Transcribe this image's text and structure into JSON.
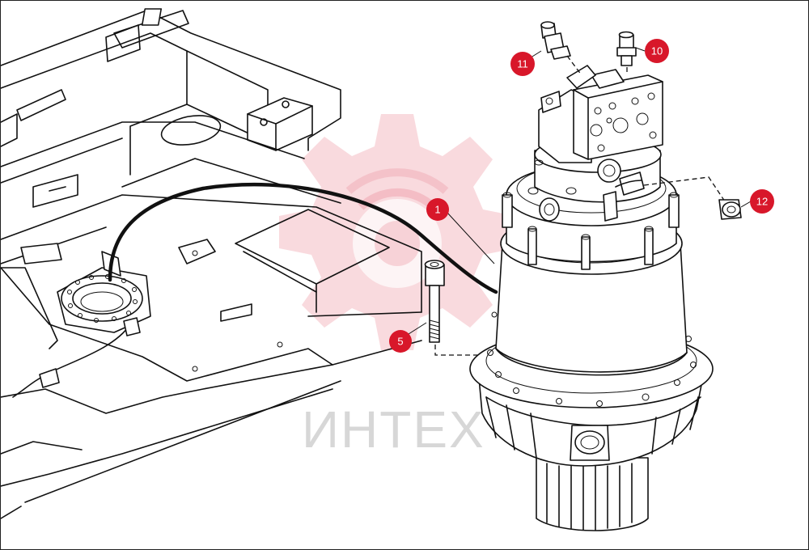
{
  "watermark": {
    "text": "ИНТЕХ",
    "color": "#e87a8a"
  },
  "callouts": [
    {
      "id": "1",
      "label": "1"
    },
    {
      "id": "5",
      "label": "5"
    },
    {
      "id": "10",
      "label": "10"
    },
    {
      "id": "11",
      "label": "11"
    },
    {
      "id": "12",
      "label": "12"
    }
  ],
  "colors": {
    "callout_fill": "#d8172a",
    "line": "#111111"
  }
}
